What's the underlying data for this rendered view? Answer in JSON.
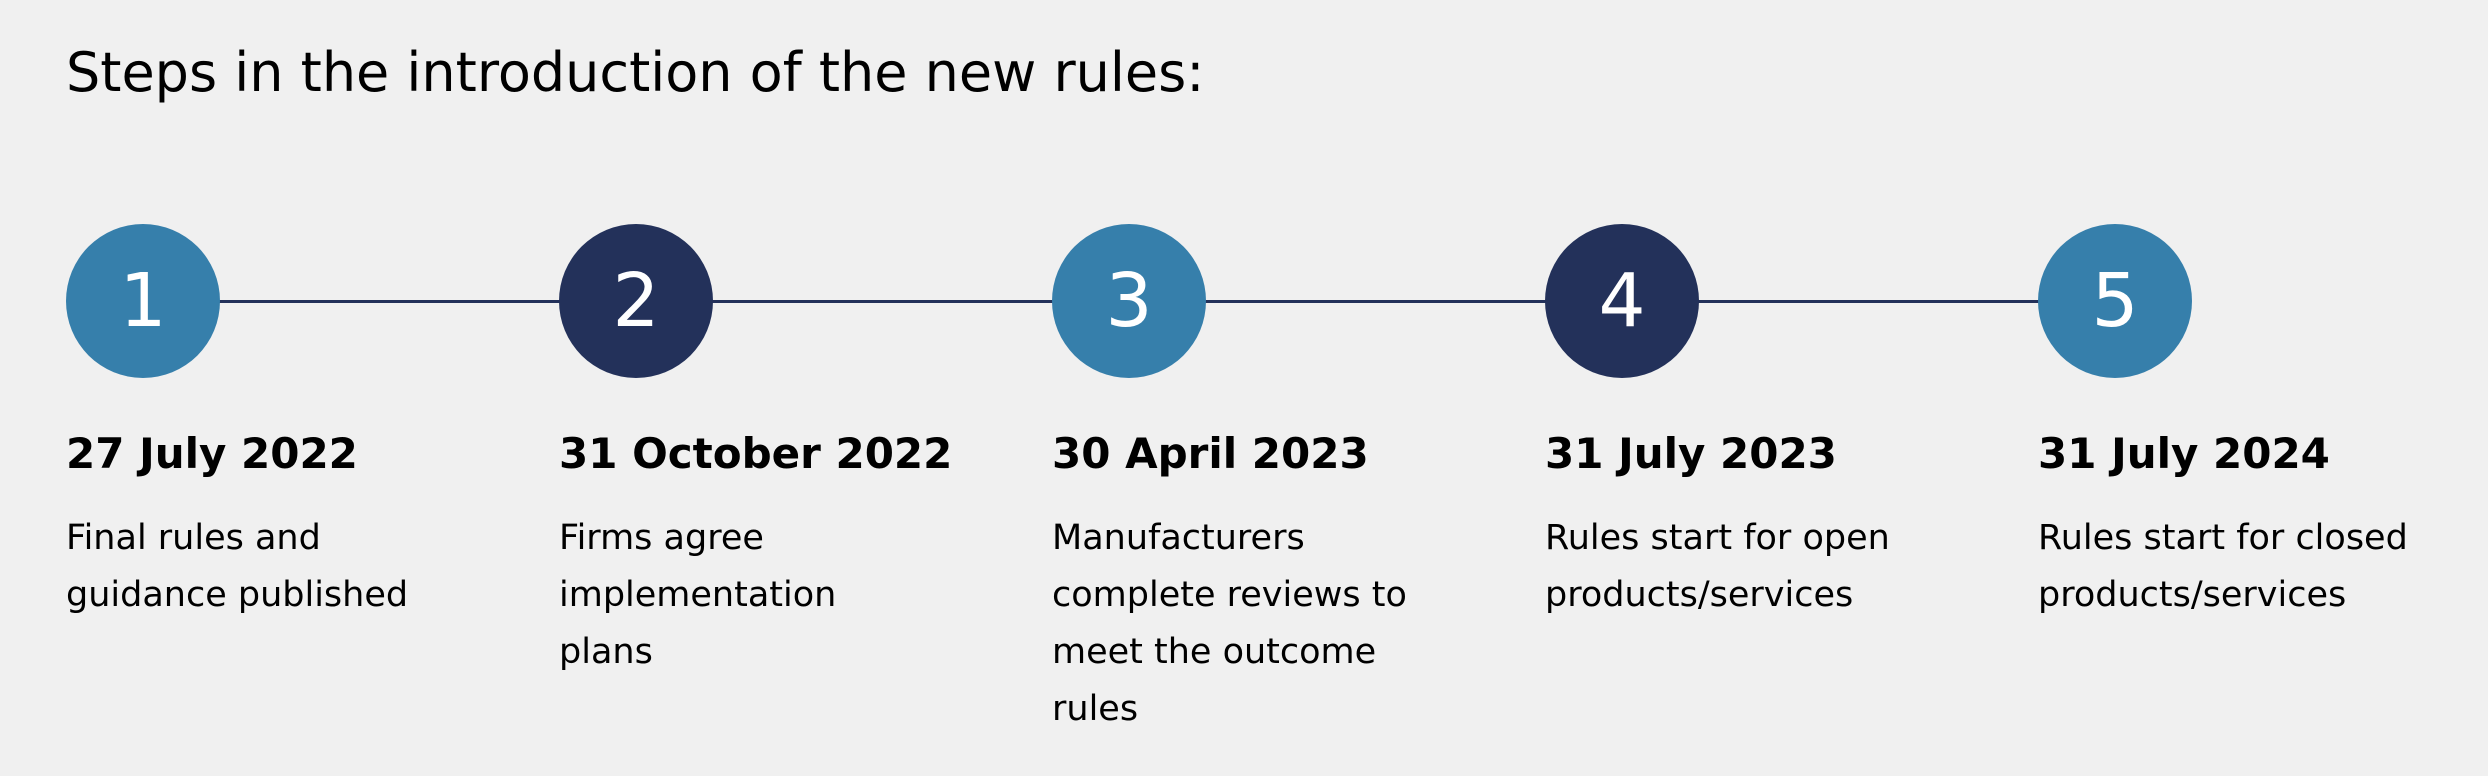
{
  "title": "Steps in the introduction of the new rules:",
  "colors": {
    "light_blue": "#367fab",
    "dark_navy": "#23315a",
    "line": "#23315a",
    "background": "#f0f0f0"
  },
  "steps": [
    {
      "number": "1",
      "date": "27 July 2022",
      "description": "Final rules and guidance published",
      "color": "#367fab"
    },
    {
      "number": "2",
      "date": "31 October 2022",
      "description": "Firms agree implementation plans",
      "color": "#23315a"
    },
    {
      "number": "3",
      "date": "30 April 2023",
      "description": "Manufacturers complete reviews to meet the outcome rules",
      "color": "#367fab"
    },
    {
      "number": "4",
      "date": "31 July 2023",
      "description": "Rules start for open products/services",
      "color": "#23315a"
    },
    {
      "number": "5",
      "date": "31 July 2024",
      "description": "Rules start for closed products/services",
      "color": "#367fab"
    }
  ]
}
